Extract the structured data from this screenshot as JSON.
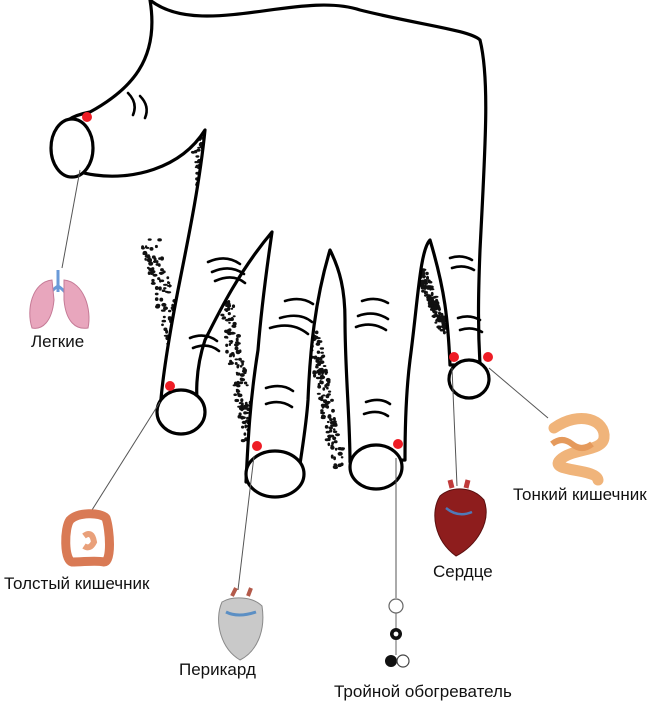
{
  "diagram": {
    "labels": {
      "lungs": "Легкие",
      "large_intestine": "Толстый кишечник",
      "pericardium": "Перикард",
      "triple_heater": "Тройной обогреватель",
      "heart": "Сердце",
      "small_intestine": "Тонкий кишечник"
    },
    "colors": {
      "point": "#ee1c25",
      "outline": "#000000",
      "leader": "#555555"
    }
  }
}
